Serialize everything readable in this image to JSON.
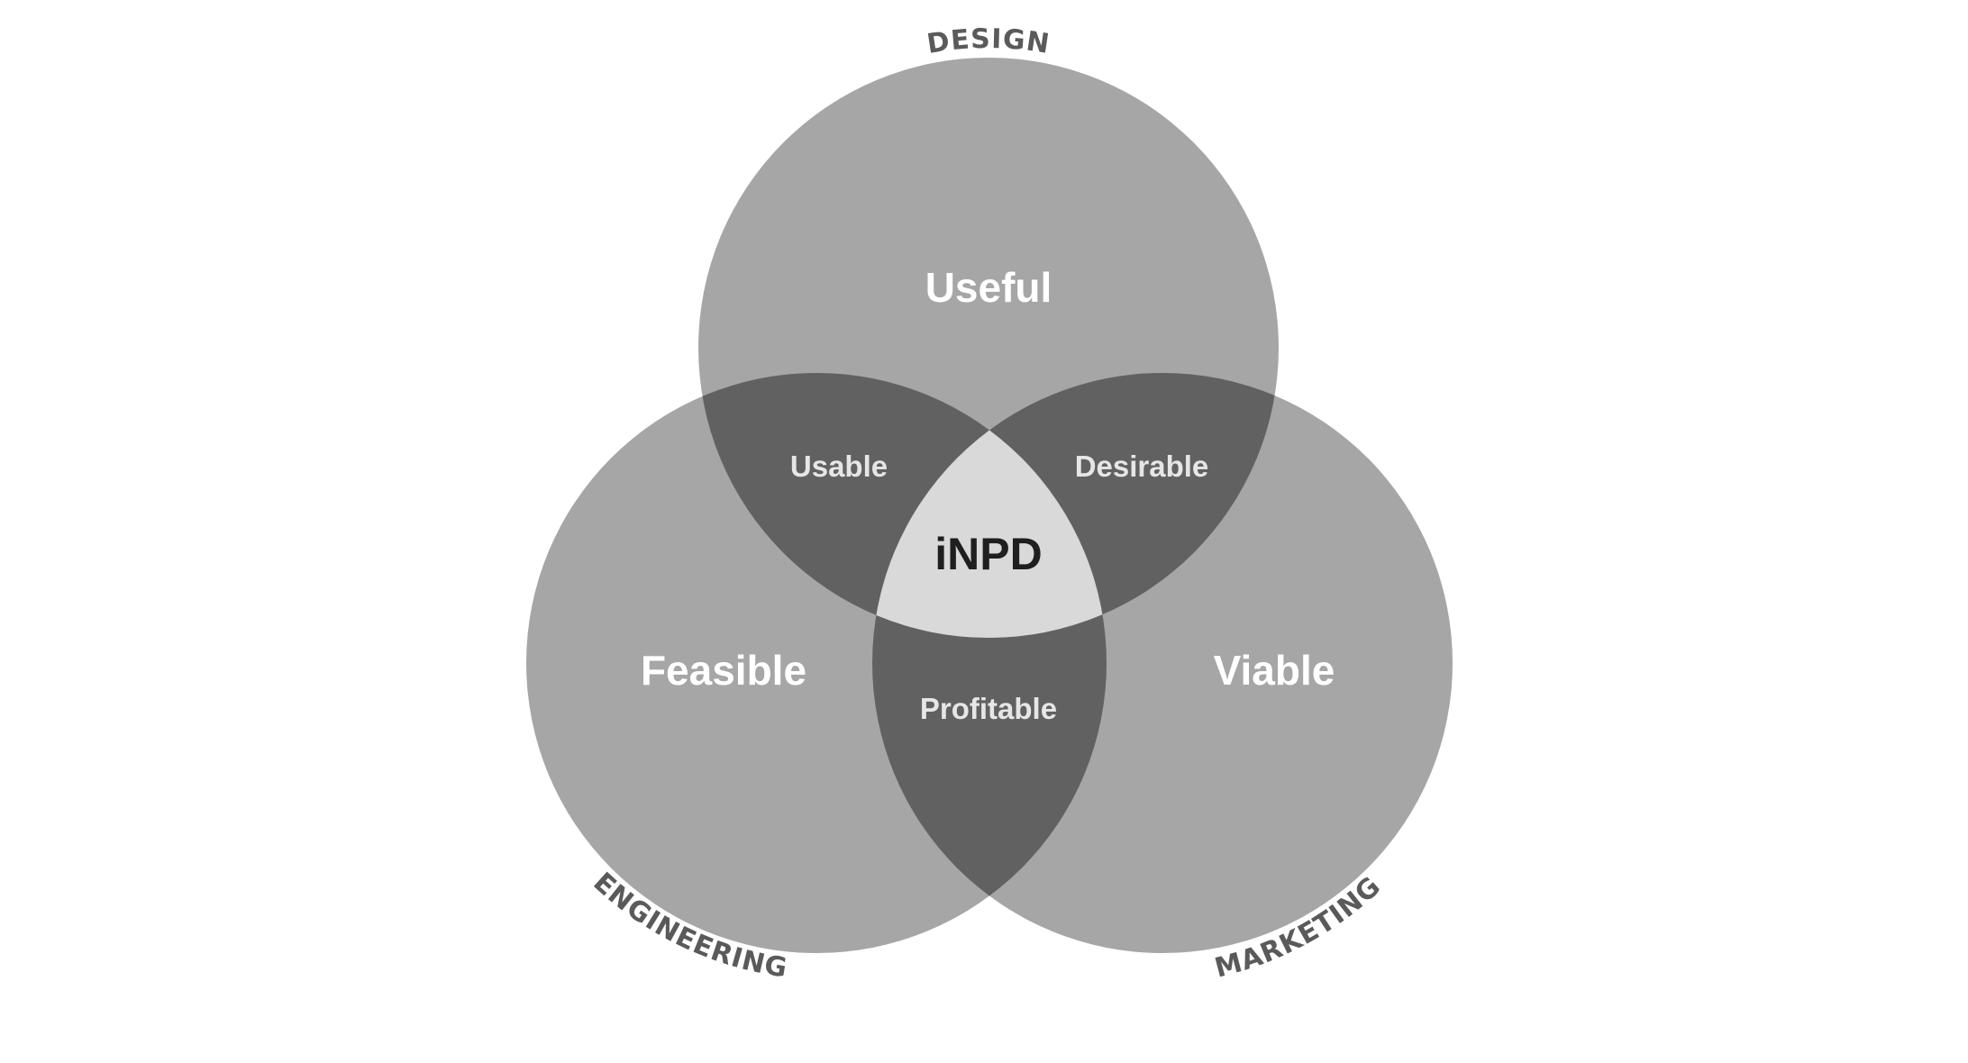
{
  "disciplines": {
    "design": "DESIGN",
    "engineering": "ENGINEERING",
    "marketing": "MARKETING"
  },
  "regions": {
    "design_only": "Useful",
    "engineering_only": "Feasible",
    "marketing_only": "Viable",
    "design_engineering": "Usable",
    "design_marketing": "Desirable",
    "engineering_marketing": "Profitable",
    "all_three": "iNPD"
  },
  "colors": {
    "background": "#ffffff",
    "single_region": "#a6a6a6",
    "double_region": "#616161",
    "triple_region": "#d9d9d9",
    "region_text": "#ffffff",
    "pair_text": "#e6e6e6",
    "center_text": "#1f1f1f",
    "discipline_text": "#5a5a5a"
  }
}
